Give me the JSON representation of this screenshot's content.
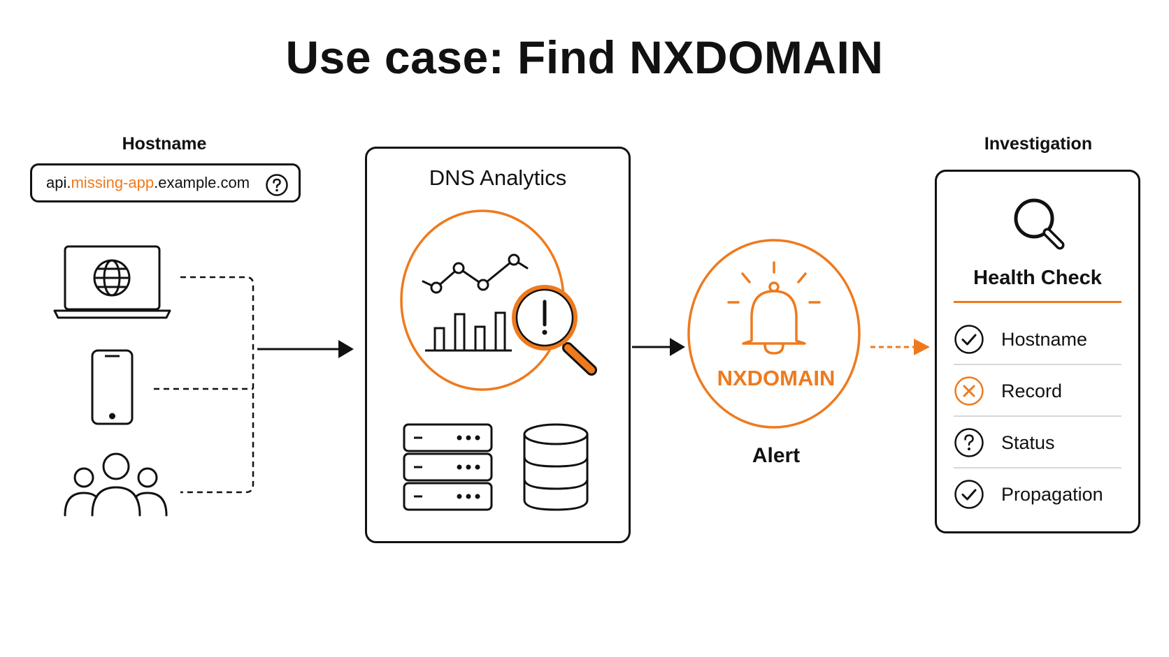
{
  "title": "Use case: Find NXDOMAIN",
  "hostname": {
    "label": "Hostname",
    "value_prefix": "api.",
    "value_highlight": "missing-app",
    "value_suffix": ".example.com",
    "help_icon": "question-circle-icon"
  },
  "sources": {
    "icons": [
      "laptop-globe-icon",
      "smartphone-icon",
      "users-group-icon"
    ]
  },
  "dns_analytics": {
    "title": "DNS Analytics",
    "icons": [
      "line-chart-icon",
      "bar-chart-icon",
      "magnifier-alert-icon",
      "server-stack-icon",
      "database-icon"
    ]
  },
  "alert": {
    "status": "NXDOMAIN",
    "label": "Alert",
    "icon": "bell-icon"
  },
  "investigation": {
    "label": "Investigation",
    "title": "Health Check",
    "icon": "search-icon",
    "checks": [
      {
        "label": "Hostname",
        "state": "ok",
        "icon": "check-circle-icon"
      },
      {
        "label": "Record",
        "state": "fail",
        "icon": "x-circle-icon"
      },
      {
        "label": "Status",
        "state": "unknown",
        "icon": "question-circle-icon"
      },
      {
        "label": "Propagation",
        "state": "ok",
        "icon": "check-circle-icon"
      }
    ]
  },
  "colors": {
    "accent": "#ee7a1d",
    "ink": "#111111",
    "divider": "#d7d7d7"
  }
}
